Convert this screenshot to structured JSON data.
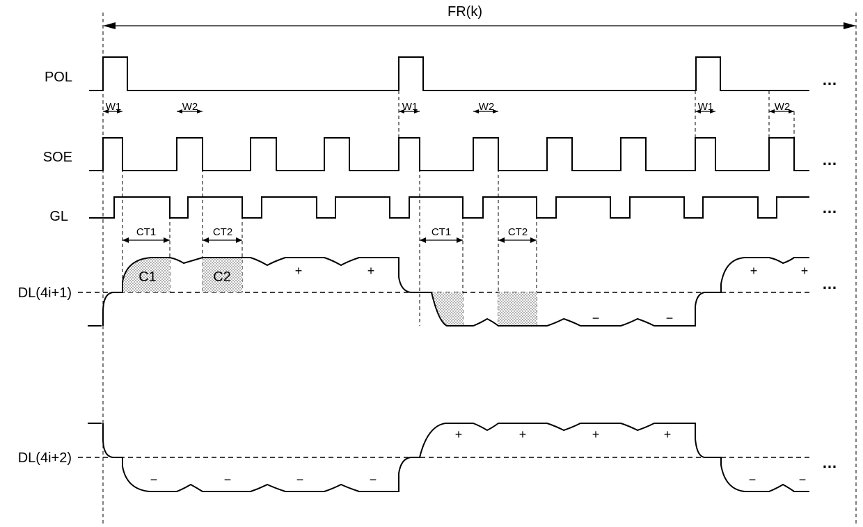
{
  "frame_label": "FR(k)",
  "signals": {
    "pol": "POL",
    "soe": "SOE",
    "gl": "GL",
    "dl1": "DL(4i+1)",
    "dl2": "DL(4i+2)"
  },
  "widths": {
    "w1": "W1",
    "w2": "W2"
  },
  "charge_times": {
    "ct1": "CT1",
    "ct2": "CT2"
  },
  "charges": {
    "c1": "C1",
    "c2": "C2"
  },
  "polarity": {
    "plus": "+",
    "minus": "−"
  },
  "continuation": "…"
}
